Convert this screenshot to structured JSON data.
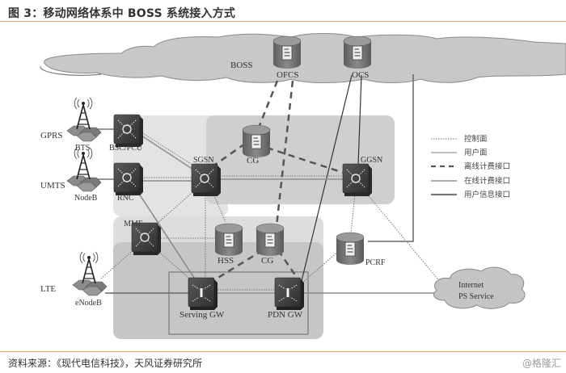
{
  "header": {
    "title": "图 3：移动网络体系中 BOSS 系统接入方式"
  },
  "footer": {
    "source": "资料来源：《现代电信科技》，天风证券研究所",
    "watermark": "@格隆汇"
  },
  "diagram": {
    "cloud_boss": {
      "label": "BOSS"
    },
    "cloud_internet": {
      "line1": "Internet",
      "line2": "PS Service"
    },
    "access": {
      "gprs": {
        "tech": "GPRS",
        "station": "BTS",
        "controller": "BSC/PCU"
      },
      "umts": {
        "tech": "UMTS",
        "station": "NodeB",
        "controller": "RNC"
      },
      "lte": {
        "tech": "LTE",
        "station": "eNodeB"
      }
    },
    "nodes": {
      "ofcs": "OFCS",
      "ocs": "OCS",
      "sgsn": "SGSN",
      "ggsn": "GGSN",
      "cg_top": "CG",
      "mme": "MME",
      "hss": "HSS",
      "cg_bottom": "CG",
      "pcrf": "PCRF",
      "serving_gw": "Serving GW",
      "pdn_gw": "PDN GW"
    },
    "legend": [
      {
        "style": "dotted",
        "label": "控制面"
      },
      {
        "style": "solid-thin",
        "label": "用户面"
      },
      {
        "style": "dashed",
        "label": "离线计费接口"
      },
      {
        "style": "solid-medium",
        "label": "在线计费接口"
      },
      {
        "style": "solid-thick",
        "label": "用户信息接口"
      }
    ],
    "colors": {
      "cloud": "#c8c8c8",
      "zone_light": "#e6e6e6",
      "zone_mid": "#d2d2d2",
      "zone_dark": "#bdbdbd",
      "device": "#4a4a4a",
      "database": "#6e6e6e"
    }
  }
}
